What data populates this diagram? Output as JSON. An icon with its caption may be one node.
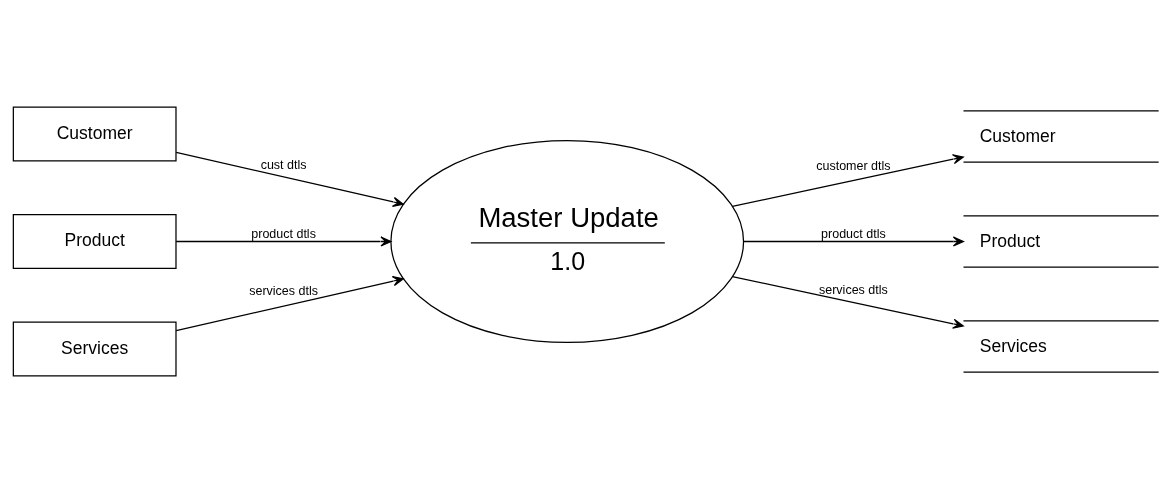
{
  "diagram": {
    "nodes": [
      {
        "text": [
          "Customer"
        ]
      },
      {
        "text": [
          "Product"
        ]
      },
      {
        "text": [
          "Services"
        ]
      },
      {
        "text": [
          "Master Update",
          "1.0"
        ]
      },
      {
        "text": [
          "Customer"
        ]
      },
      {
        "text": [
          "Product"
        ]
      },
      {
        "text": [
          "Services"
        ]
      }
    ],
    "edges": [
      {
        "from": 0,
        "to": 3,
        "arrow": "to",
        "label": "cust dtls"
      },
      {
        "from": 1,
        "to": 3,
        "arrow": "to",
        "label": "product dtls"
      },
      {
        "from": 2,
        "to": 3,
        "arrow": "to",
        "label": "services dtls"
      },
      {
        "from": 3,
        "to": 4,
        "arrow": "to",
        "label": "customer dtls"
      },
      {
        "from": 3,
        "to": 5,
        "arrow": "to",
        "label": "product dtls"
      },
      {
        "from": 3,
        "to": 6,
        "arrow": "to",
        "label": "services dtls"
      }
    ]
  }
}
